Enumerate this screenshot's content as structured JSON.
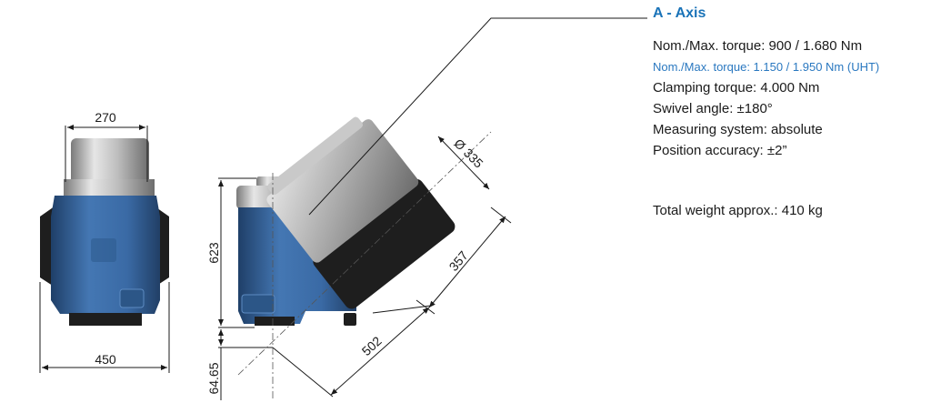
{
  "specs": {
    "title": "A - Axis",
    "lines": [
      {
        "text": "Nom./Max. torque: 900 / 1.680 Nm",
        "highlight": false
      },
      {
        "text": "Nom./Max. torque: 1.150 / 1.950 Nm (UHT)",
        "highlight": true
      },
      {
        "text": "Clamping torque: 4.000 Nm",
        "highlight": false
      },
      {
        "text": "Swivel angle: ±180°",
        "highlight": false
      },
      {
        "text": "Measuring system: absolute",
        "highlight": false
      },
      {
        "text": "Position accuracy: ±2”",
        "highlight": false
      }
    ],
    "total_weight": "Total weight approx.:  410 kg"
  },
  "dimensions": {
    "front_top_width": "270",
    "front_bottom_width": "450",
    "side_height": "623",
    "side_offset": "64.65",
    "head_diameter": "Ø 335",
    "head_length": "357",
    "diagonal_length": "502"
  },
  "colors": {
    "title": "#1a73b8",
    "highlight": "#2a78c0",
    "body_blue": "#3a6aa5",
    "body_blue_dark": "#23466f",
    "metal_light": "#d0d0d0",
    "metal_dark": "#8a8a8a",
    "black_part": "#1e1e1e"
  }
}
